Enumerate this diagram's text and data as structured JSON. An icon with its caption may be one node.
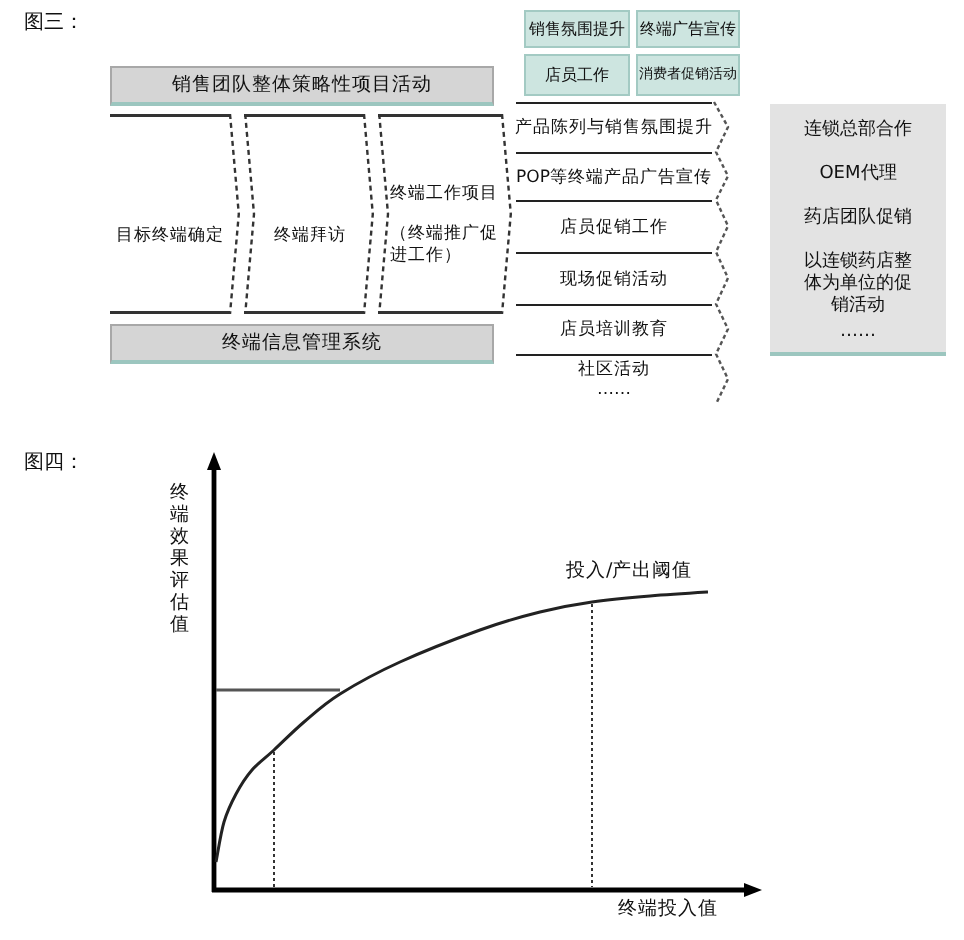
{
  "diagram": {
    "nodes": [
      {
        "text": [
          "销售团队整体策略性项目活动"
        ]
      },
      {
        "text": [
          "目标终端确定"
        ]
      },
      {
        "text": [
          "终端拜访"
        ]
      },
      {
        "text": [
          "终端工作项目",
          "（终端推广促进工作）"
        ]
      },
      {
        "text": [
          "终端信息管理系统"
        ]
      },
      {
        "text": [
          "销售氛围提升"
        ]
      },
      {
        "text": [
          "终端广告宣传"
        ]
      },
      {
        "text": [
          "店员工作"
        ]
      },
      {
        "text": [
          "消费者促销活动"
        ]
      },
      {
        "text": [
          "产品陈列与销售氛围提升"
        ]
      },
      {
        "text": [
          "POP等终端产品广告宣传"
        ]
      },
      {
        "text": [
          "店员促销工作"
        ]
      },
      {
        "text": [
          "现场促销活动"
        ]
      },
      {
        "text": [
          "店员培训教育"
        ]
      },
      {
        "text": [
          "社区活动",
          "……"
        ]
      },
      {
        "text": [
          "连锁总部合作",
          "OEM代理",
          "药店团队促销",
          "以连锁药店整体为单位的促销活动",
          "……"
        ]
      }
    ],
    "labels": [
      "图三：",
      "图四：",
      "终端效果评估值",
      "投入/产出阈值",
      "终端投入值"
    ]
  }
}
